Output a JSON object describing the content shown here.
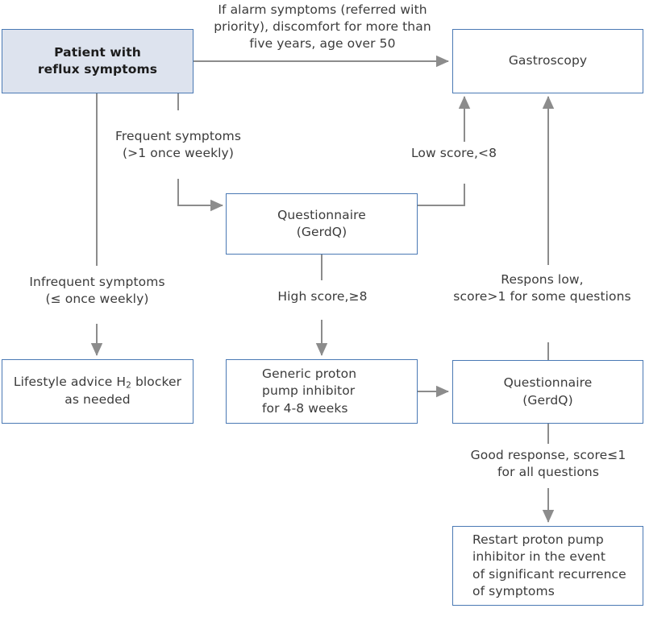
{
  "diagram": {
    "title": "Reflux symptoms management flowchart",
    "colors": {
      "box_border": "#4a79b4",
      "box_fill_highlight": "#dde3ee",
      "box_fill_default": "#ffffff",
      "connector": "#8c8c8c",
      "text": "#3b3b3b"
    },
    "nodes": [
      {
        "id": "patient",
        "label": "Patient with\nreflux symptoms",
        "highlighted": true
      },
      {
        "id": "gastroscopy",
        "label": "Gastroscopy",
        "highlighted": false
      },
      {
        "id": "questionnaire1",
        "label": "Questionnaire\n(GerdQ)",
        "highlighted": false
      },
      {
        "id": "lifestyle",
        "label": "Lifestyle advice H2 blocker\nas needed",
        "label_html": "Lifestyle advice H<sub>2</sub> blocker<br>as needed",
        "highlighted": false
      },
      {
        "id": "ppi",
        "label": "Generic proton\npump inhibitor\nfor 4-8 weeks",
        "highlighted": false
      },
      {
        "id": "questionnaire2",
        "label": "Questionnaire\n(GerdQ)",
        "highlighted": false
      },
      {
        "id": "restart",
        "label": "Restart proton pump\ninhibitor in the event\nof significant recurrence\nof symptoms",
        "highlighted": false
      }
    ],
    "edge_labels": [
      {
        "id": "alarm",
        "text": "If alarm symptoms (referred with\npriority), discomfort for more than\nfive years, age over 50"
      },
      {
        "id": "frequent",
        "text": "Frequent symptoms\n(>1 once weekly)"
      },
      {
        "id": "low-score",
        "text": "Low score,<8"
      },
      {
        "id": "infrequent",
        "text": "Infrequent symptoms\n(≤ once weekly)"
      },
      {
        "id": "high-score",
        "text": "High score,≥8"
      },
      {
        "id": "respons-low",
        "text": "Respons low,\nscore>1 for some questions"
      },
      {
        "id": "good-response",
        "text": "Good response, score≤1\nfor all questions"
      }
    ]
  }
}
